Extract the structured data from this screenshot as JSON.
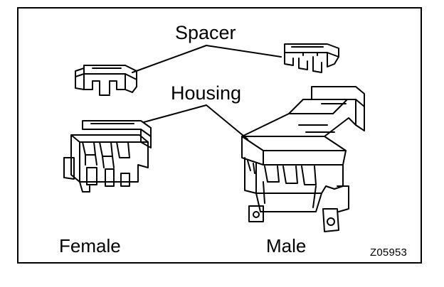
{
  "labels": {
    "spacer": "Spacer",
    "housing": "Housing",
    "female": "Female",
    "male": "Male"
  },
  "figure_code": "Z05953",
  "colors": {
    "line": "#000000",
    "background": "#ffffff"
  }
}
